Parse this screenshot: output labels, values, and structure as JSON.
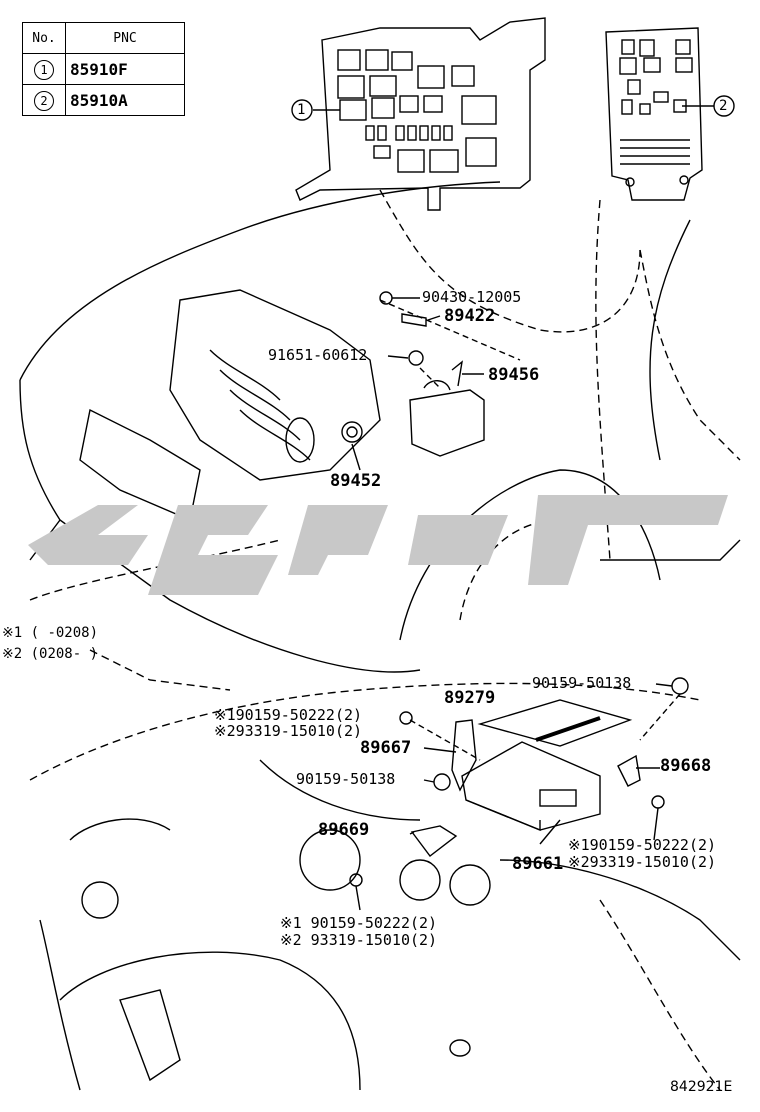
{
  "table": {
    "header_no": "No.",
    "header_pnc": "PNC",
    "rows": [
      {
        "no": "1",
        "pnc": "85910F"
      },
      {
        "no": "2",
        "pnc": "85910A"
      }
    ]
  },
  "callouts": {
    "fuse_box_1": "1",
    "fuse_box_2": "2"
  },
  "parts": {
    "p90430": "90430-12005",
    "p89422": "89422",
    "p91651": "91651-60612",
    "p89456": "89456",
    "p89452": "89452",
    "p89279": "89279",
    "p90159_top": "90159-50138",
    "p90159_left": "90159-50138",
    "p89667": "89667",
    "p89668": "89668",
    "p89669": "89669",
    "p89661": "89661",
    "bolt_a1": "※190159-50222(2)",
    "bolt_a2": "※293319-15010(2)",
    "bolt_b1": "※1 90159-50222(2)",
    "bolt_b2": "※2 93319-15010(2)",
    "bolt_c1": "※190159-50222(2)",
    "bolt_c2": "※293319-15010(2)"
  },
  "notes": {
    "note1": "※1 (      -0208)",
    "note2": "※2 (0208-      )"
  },
  "figure_id": "842921E"
}
